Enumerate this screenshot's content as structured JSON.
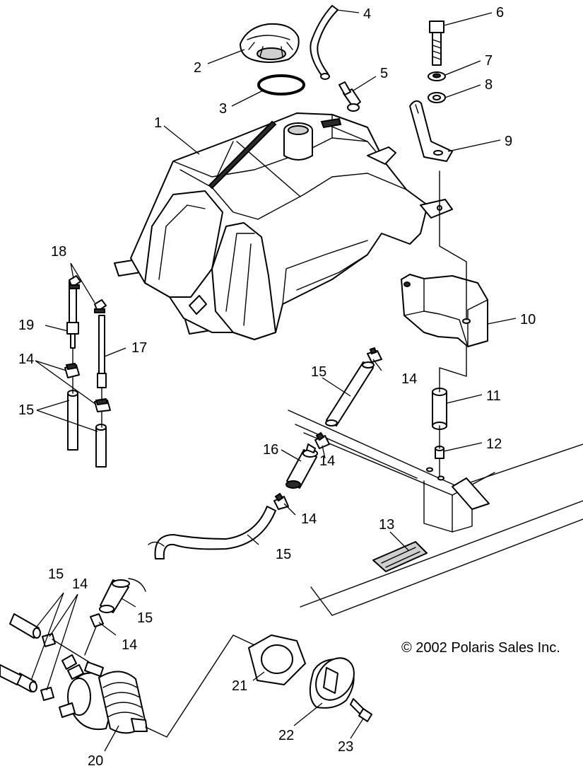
{
  "diagram": {
    "copyright": "© 2002 Polaris Sales Inc.",
    "callouts": [
      "1",
      "2",
      "3",
      "4",
      "5",
      "6",
      "7",
      "8",
      "9",
      "10",
      "11",
      "12",
      "13",
      "14",
      "15",
      "16",
      "17",
      "18",
      "19",
      "20",
      "21",
      "22",
      "23"
    ]
  }
}
